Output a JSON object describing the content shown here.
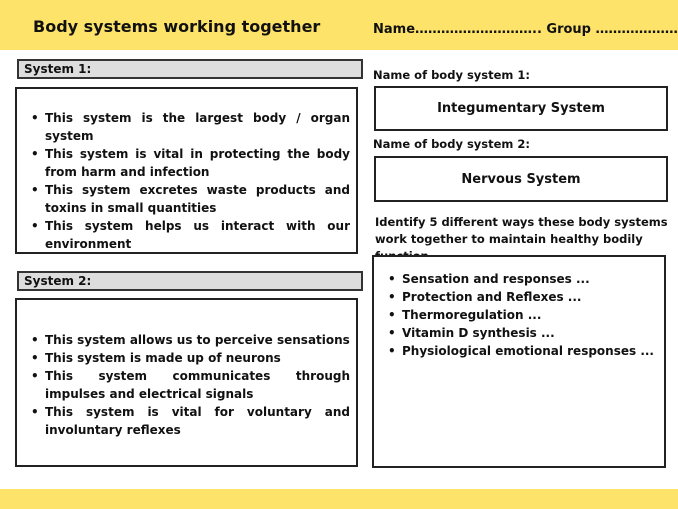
{
  "header": {
    "title": "Body systems working together",
    "name_group": "Name……………………….. Group …………………."
  },
  "system1": {
    "label": "System 1:",
    "facts": [
      "This system is the largest body / organ system",
      "This system is vital in protecting the body from harm and infection",
      "This system excretes waste products and toxins in small quantities",
      "This system helps us interact with our environment"
    ]
  },
  "system2": {
    "label": "System 2:",
    "facts": [
      "This system allows us to perceive sensations",
      "This system is made up of neurons",
      "This system communicates through impulses and electrical signals",
      "This system is vital for voluntary and involuntary reflexes"
    ]
  },
  "right": {
    "name1_label": "Name of body system 1:",
    "name1_value": "Integumentary System",
    "name2_label": "Name of body system 2:",
    "name2_value": "Nervous System",
    "identify_prompt": "Identify 5 different ways these body systems work together to maintain  healthy bodily function",
    "ways": [
      "Sensation and responses ...",
      "Protection and Reflexes ...",
      "Thermoregulation ...",
      "Vitamin D synthesis ...",
      "Physiological emotional responses ..."
    ]
  },
  "colors": {
    "banner": "#fde36a",
    "label_bg": "#dddddd",
    "border": "#222222"
  }
}
